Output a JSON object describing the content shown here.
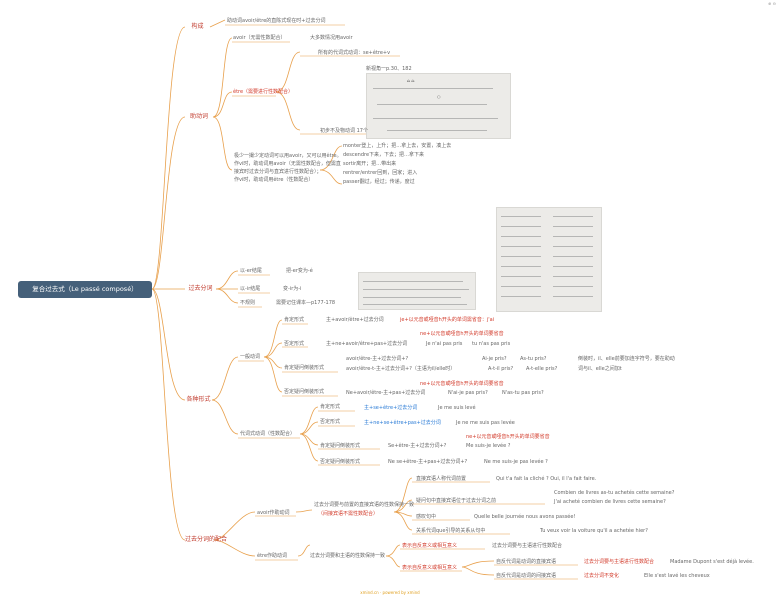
{
  "root": "复合过去式（Le passé composé）",
  "top_icon": "⊕ ⊖",
  "branches": {
    "composition": "构成",
    "auxiliary": "助动词",
    "past_participle": "过去分词",
    "forms": "各种形式",
    "agreement": "过去分词的配合"
  },
  "composition": {
    "rule": "助动词avoir/être的直陈式现在时+过去分词"
  },
  "auxiliary": {
    "avoir": "avoir（无需性数配合）",
    "avoir_note": "大多数情况用avoir",
    "etre": "être（需要进行性数配合）",
    "pronominal": "所有的代词式动词：se+être+v",
    "textbook": "新视角一p.30、182",
    "eighteen": "初步不及物动词 17个",
    "note_line1": "极少一撮少定动词可以用avoir，又可以用être。",
    "note_line2": "作vi时，助动词用avoir（无需性数配合，但需直",
    "note_line3": "接宾时过去分词与直宾进行性数配合）；",
    "note_line4": "作vi时，助动词用être（性数配合）",
    "verbs": [
      "monter登上，上升；把…拿上去，安置，凑上去",
      "descendre下来，下去；把…拿下来",
      "sortir离开；把…带出来",
      "rentrer/entrer回到，回家；进入",
      "passer翻过，经过；传递，度过"
    ]
  },
  "past_participle": {
    "er_label": "以-er结尾",
    "er_rule": "把-er变为-é",
    "ir_label": "以-ir结尾",
    "ir_rule": "变-ir为-i",
    "irregular_label": "不规则",
    "irregular_rule": "需要记住课本—p177-178"
  },
  "forms": {
    "general": "一般动词",
    "affirmative": "肯定形式",
    "aff_rule": "主+avoir/être+过去分词",
    "aff_note": "je+以元音或哑音h开头的单词需省音：j'ai",
    "negative": "否定形式",
    "neg_note": "ne+以元音或哑音h开头的单词要省音",
    "neg_rule": "主+ne+avoir/être+pas+过去分词",
    "neg_ex1": "Je n'ai pas pris",
    "neg_ex2": "tu n'as pas pris",
    "q_aff": "肯定疑问倒装形式",
    "q_rule1": "avoir/être-主+过去分词+?",
    "q_rule2": "avoir/être-t-主+过去分词+?（主语为il/elle时）",
    "q_note": "（主语为il/elle时）",
    "q_ex1": "Ai-je pris?",
    "q_ex2": "As-tu pris?",
    "q_ex3": "A-t-il pris?",
    "q_ex4": "A-t-elle pris?",
    "q_side1": "倒装时，il、elle前要加连字符号，要在助动",
    "q_side2": "词与il、elle之间加t",
    "q_neg": "否定疑问倒装形式",
    "q_neg_note": "ne+以元音或哑音h开头的单词要省音",
    "q_neg_rule": "Ne+avoir/être-主+pas+过去分词",
    "q_neg_ex1": "N'ai-je pas pris?",
    "q_neg_ex2": "N'as-tu pas pris?",
    "pronominal": "代词式动词（性数配合）",
    "p_aff": "肯定形式",
    "p_aff_rule": "主+se+être+过去分词",
    "p_aff_ex": "Je me suis levé",
    "p_neg": "否定形式",
    "p_neg_rule": "主+ne+se+être+pas+过去分词",
    "p_neg_ex": "Je ne me suis pas levée",
    "p_qa": "肯定疑问倒装形式",
    "p_qa_note": "ne+以元音或哑音h开头的单词要省音",
    "p_qa_rule": "Se+être-主+过去分词+?",
    "p_qa_ex": "Me suis-je levée ?",
    "p_qn": "否定疑问倒装形式",
    "p_qn_rule": "Ne se+être-主+pas+过去分词+?",
    "p_qn_ex": "Ne me suis-je pas levée ?"
  },
  "agreement": {
    "avoir": "avoir作助动词",
    "avoir_rule1": "过去分词要与前置的直接宾语的性数保持一致",
    "avoir_rule2": "（间接宾语不需性数配合）",
    "c1": "直接宾语人称代词前置",
    "c1_ex": "Qui t'a fait la cliché ?   Oui, il l'a fait faire.",
    "c2": "疑问句中直接宾语位于过去分词之前",
    "c2_ex1": "Combien de livres as-tu achetés cette semaine?",
    "c2_ex2": "J'ai acheté combien de livres cette semaine?",
    "c3": "感叹句中",
    "c3_ex": "Quelle belle journée nous avons passée!",
    "c4": "关系代词que引导的关系从句中",
    "c4_ex": "Tu veux voir la voiture qu'il a achetée hier?",
    "etre": "être作助动词",
    "etre_rule": "过去分词要和主语的性数保持一致",
    "r1": "表示自反意义或相互意义",
    "r1_note": "过去分词要与主语进行性数配合",
    "r2": "表示自反意义或相互意义",
    "r2a": "自反代词是动词的直接宾语",
    "r2a_note": "过去分词要与主语进行性数配合",
    "r2a_ex": "Madame Dupont s'est déjà levée.",
    "r2b": "自反代词是动词的间接宾语",
    "r2b_note": "过去分词不变化",
    "r2b_ex": "Elle s'est lavé les cheveux"
  },
  "footer": "xmind.cn  ·  powered by xmind",
  "colors": {
    "root_bg": "#45607a",
    "branch_line": "#e8a04c",
    "topic_text": "#c0392b",
    "highlight_red": "#d23a2a",
    "highlight_blue": "#2a7bd6"
  }
}
